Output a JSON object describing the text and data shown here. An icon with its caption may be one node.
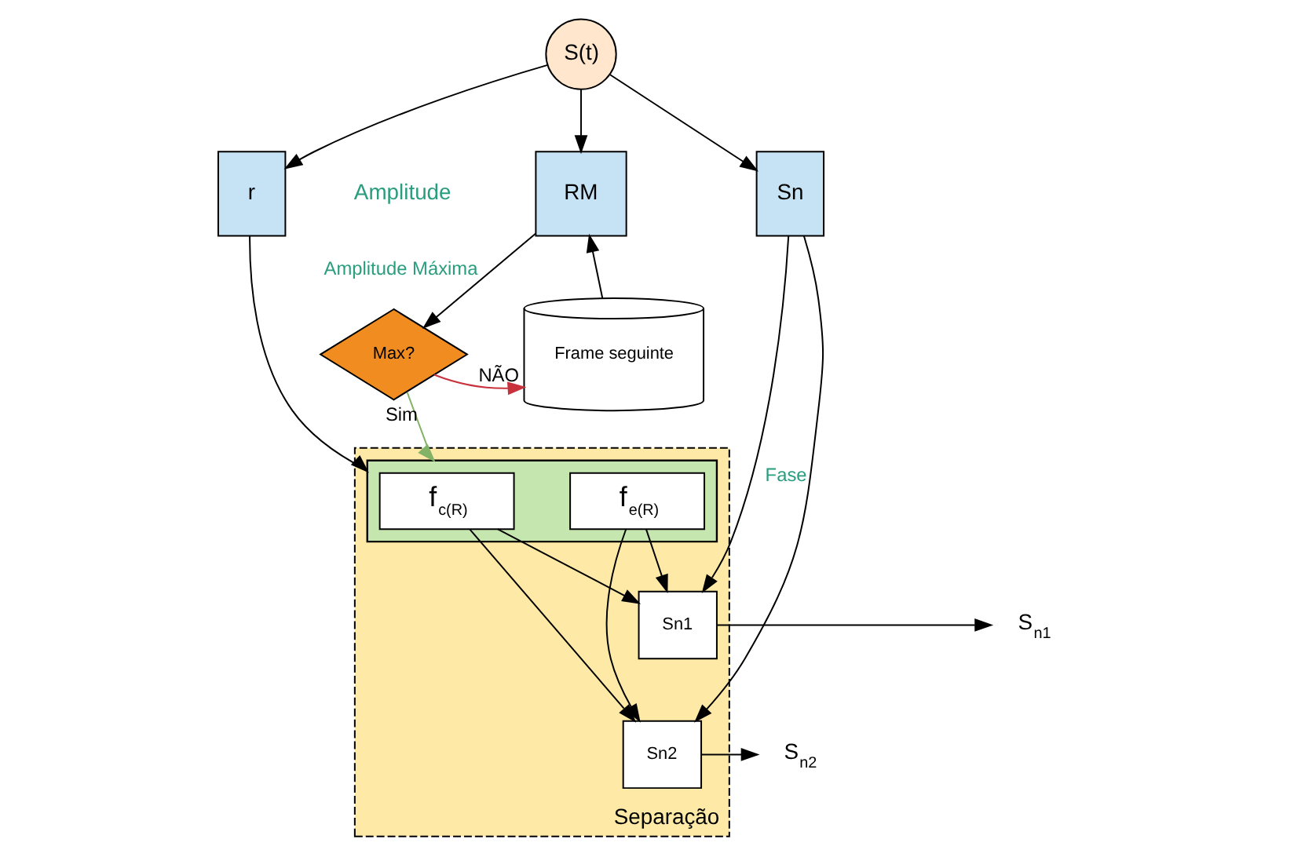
{
  "diagram": {
    "nodes": [
      {
        "text": [
          "S(t)"
        ]
      },
      {
        "text": [
          "RM"
        ]
      },
      {
        "text": [
          "r"
        ],
        "beside": [
          "Amplitude"
        ]
      },
      {
        "text": [
          "Sn"
        ]
      },
      {
        "text": [
          "Frame seguinte"
        ]
      },
      {
        "text": [
          "Max?"
        ]
      },
      {
        "text": [
          "Separação"
        ]
      },
      {
        "text": [],
        "shape": "box",
        "in": 6
      },
      {
        "text": [
          "f$_{c(R)}$"
        ],
        "in": 7
      },
      {
        "text": [
          "f$_{e(R)}$"
        ],
        "in": 7
      },
      {
        "text": [
          "Sn1"
        ],
        "in": 6
      },
      {
        "text": [
          "Sn2"
        ],
        "in": 6
      },
      {
        "text": [
          "S$_{n1}$"
        ]
      },
      {
        "text": [
          "S$_{n2}$"
        ]
      }
    ],
    "edges": [
      {
        "from": 0,
        "to": 1,
        "arrow": "to"
      },
      {
        "from": 0,
        "to": 2,
        "arrow": "to"
      },
      {
        "from": 0,
        "to": 3,
        "arrow": "to"
      },
      {
        "from": 4,
        "to": 1,
        "arrow": "to"
      },
      {
        "from": 1,
        "to": 5,
        "arrow": "to",
        "label": "Amplitude Máxima"
      },
      {
        "from": 5,
        "to": 4,
        "arrow": "to",
        "label": "NÃO",
        "color": "#c8323c"
      },
      {
        "from": 5,
        "to": 7,
        "arrow": "to",
        "label": "Sim",
        "color": "#82b366"
      },
      {
        "from": 2,
        "to": 7,
        "arrow": "to"
      },
      {
        "from": 3,
        "to": 10,
        "arrow": "to"
      },
      {
        "from": 3,
        "to": 11,
        "arrow": "to",
        "label": "Fase"
      },
      {
        "from": 8,
        "to": 10,
        "arrow": "to"
      },
      {
        "from": 8,
        "to": 11,
        "arrow": "to"
      },
      {
        "from": 9,
        "to": 10,
        "arrow": "to"
      },
      {
        "from": 9,
        "to": 11,
        "arrow": "to"
      },
      {
        "from": 10,
        "to": 12,
        "arrow": "to"
      },
      {
        "from": 11,
        "to": 13,
        "arrow": "to"
      }
    ]
  }
}
